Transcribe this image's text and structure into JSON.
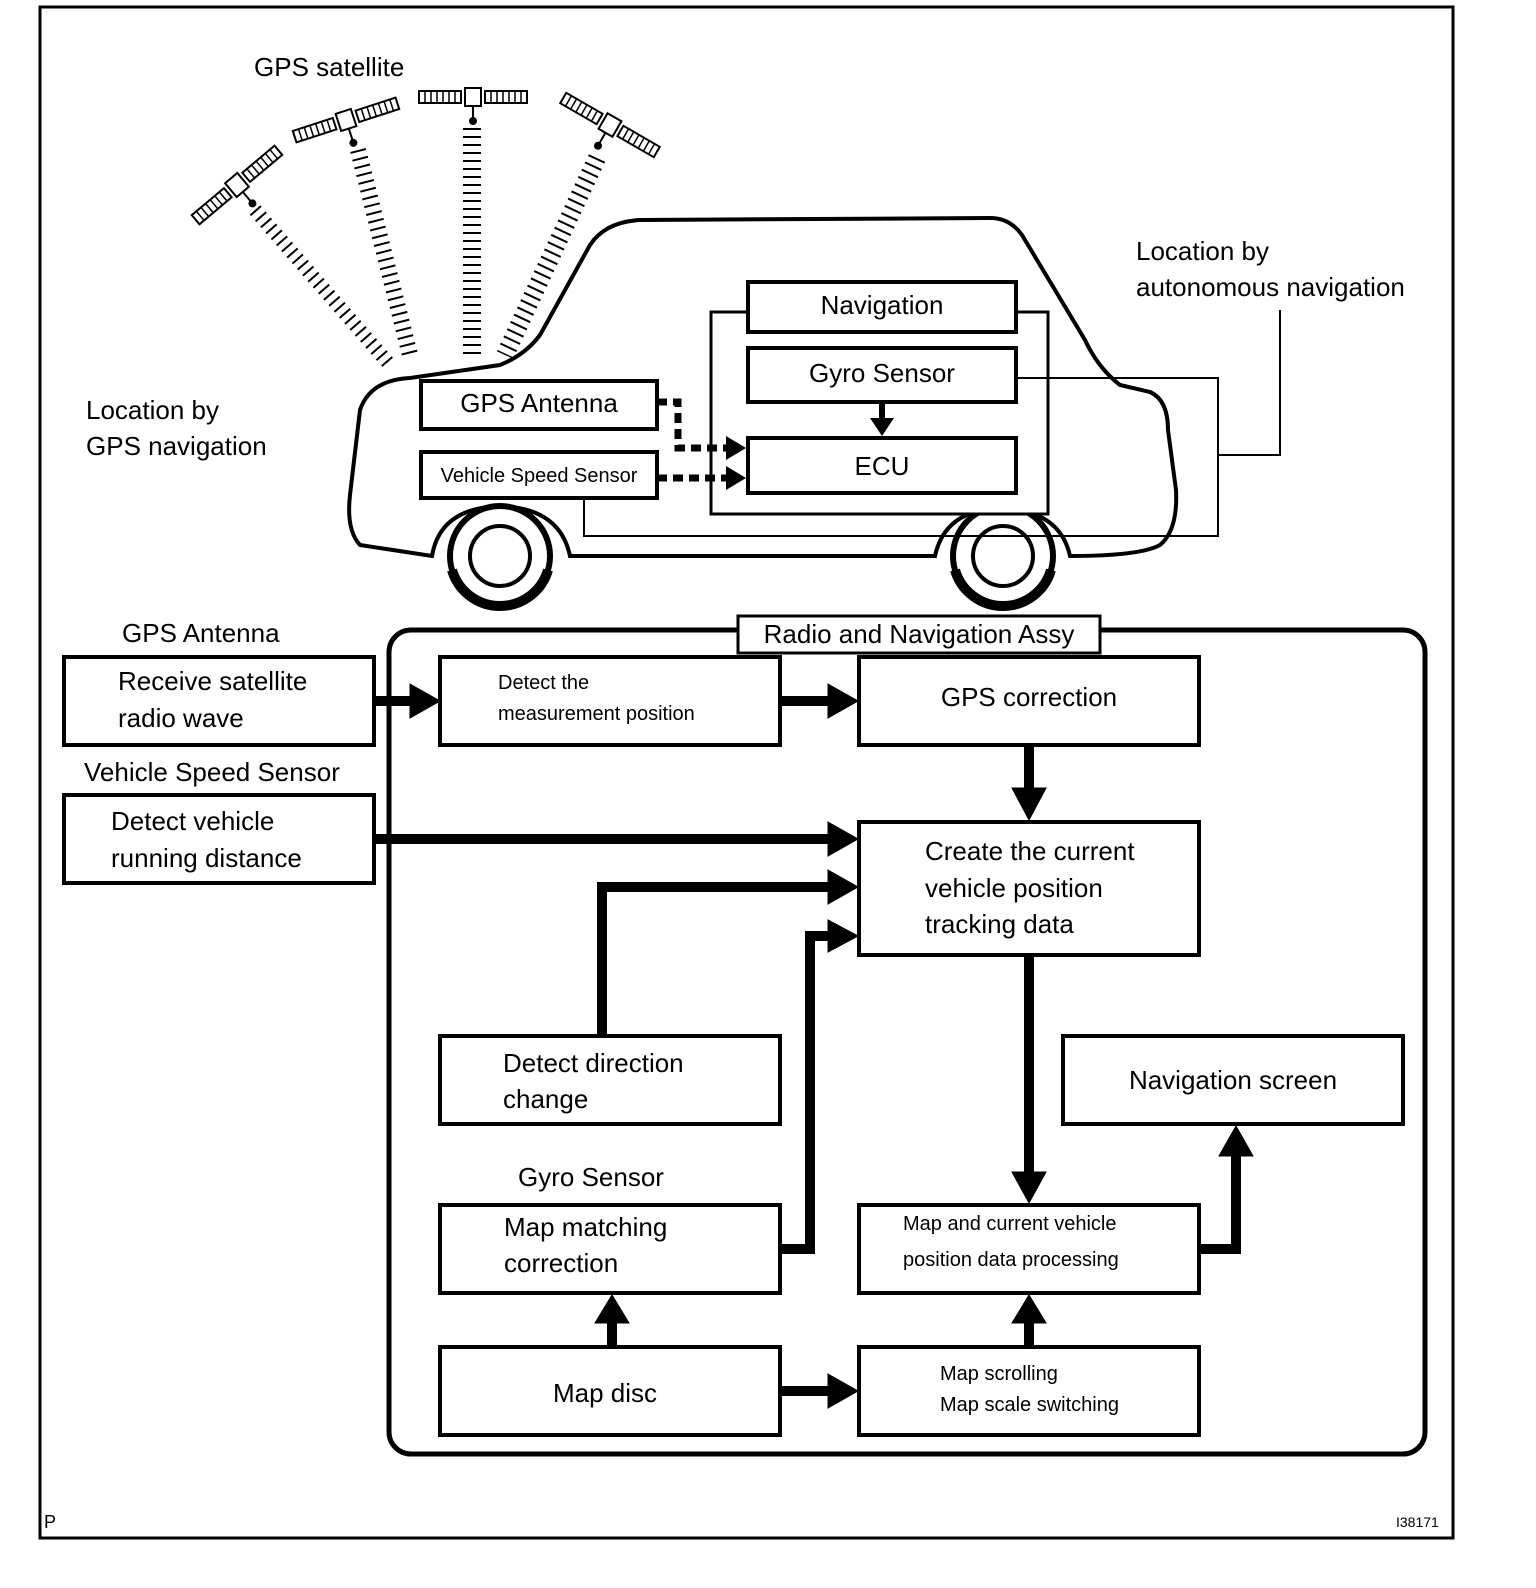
{
  "top": {
    "satellite_label": "GPS satellite",
    "gps_nav_label": [
      "Location by",
      "GPS navigation"
    ],
    "auto_nav_label": [
      "Location by",
      "autonomous navigation"
    ],
    "vehicle_boxes": {
      "navigation": "Navigation",
      "gyro_sensor": "Gyro Sensor",
      "ecu": "ECU",
      "gps_antenna": "GPS Antenna",
      "vehicle_speed_sensor": "Vehicle Speed Sensor"
    }
  },
  "flow": {
    "assy_title": "Radio and Navigation Assy",
    "gps_antenna_label": "GPS Antenna",
    "receive": [
      "Receive satellite",
      "radio wave"
    ],
    "speed_sensor_label": "Vehicle Speed Sensor",
    "detect_distance": [
      "Detect vehicle",
      "running distance"
    ],
    "detect_position": [
      "Detect the",
      "measurement position"
    ],
    "gps_correction": "GPS correction",
    "create_tracking": [
      "Create the current",
      "vehicle position",
      "tracking data"
    ],
    "detect_direction": [
      "Detect direction",
      "change"
    ],
    "gyro_sensor_label": "Gyro Sensor",
    "map_matching": [
      "Map matching",
      "correction"
    ],
    "navigation_screen": "Navigation screen",
    "map_processing": [
      "Map and current vehicle",
      "position data processing"
    ],
    "map_disc": "Map disc",
    "map_scrolling": [
      "Map scrolling",
      "Map scale switching"
    ]
  },
  "corner": {
    "left": "P",
    "right": "I38171"
  }
}
